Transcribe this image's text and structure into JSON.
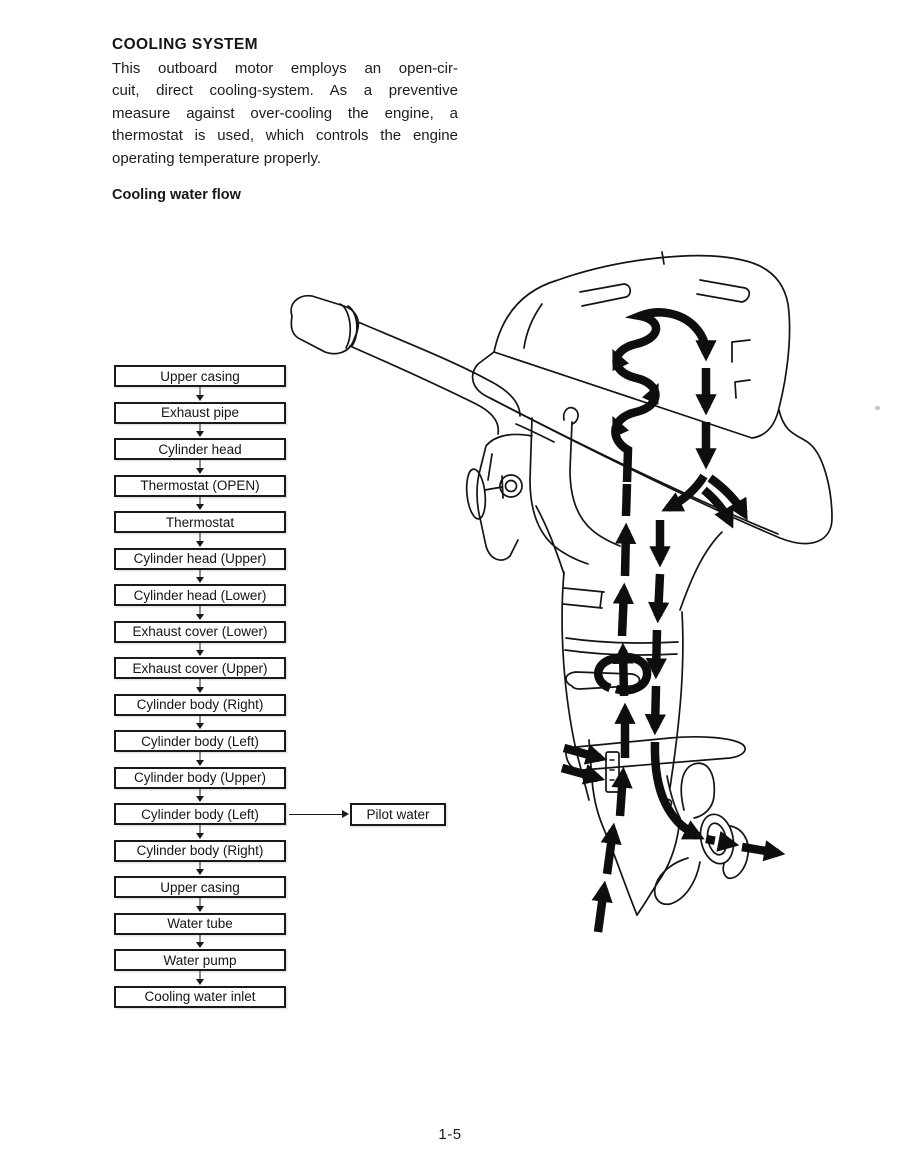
{
  "page": {
    "title": "COOLING SYSTEM",
    "intro_lines": [
      "This outboard motor employs an open-cir-",
      "cuit, direct cooling-system. As a preventive",
      "measure against over-cooling the engine, a",
      "thermostat is used, which controls the engine",
      "operating temperature properly."
    ],
    "section_heading": "Cooling water flow",
    "page_number": "1-5"
  },
  "flowchart": {
    "flow_direction": "down",
    "steps": [
      "Upper casing",
      "Exhaust pipe",
      "Cylinder head",
      "Thermostat (OPEN)",
      "Thermostat",
      "Cylinder head (Upper)",
      "Cylinder head (Lower)",
      "Exhaust cover (Lower)",
      "Exhaust cover (Upper)",
      "Cylinder body (Right)",
      "Cylinder body (Left)",
      "Cylinder body (Upper)",
      "Cylinder body (Left)",
      "Cylinder body (Right)",
      "Upper casing",
      "Water tube",
      "Water pump",
      "Cooling water inlet"
    ],
    "branch_label": "Pilot water",
    "branch_from_step_index": 12
  },
  "illustration": {
    "subject": "outboard-motor-cooling-water-flow",
    "ink_color": "#141414",
    "arrow_color": "#0e0e0e"
  },
  "colors": {
    "paper": "#ffffff",
    "ink": "#1a1a1a"
  }
}
